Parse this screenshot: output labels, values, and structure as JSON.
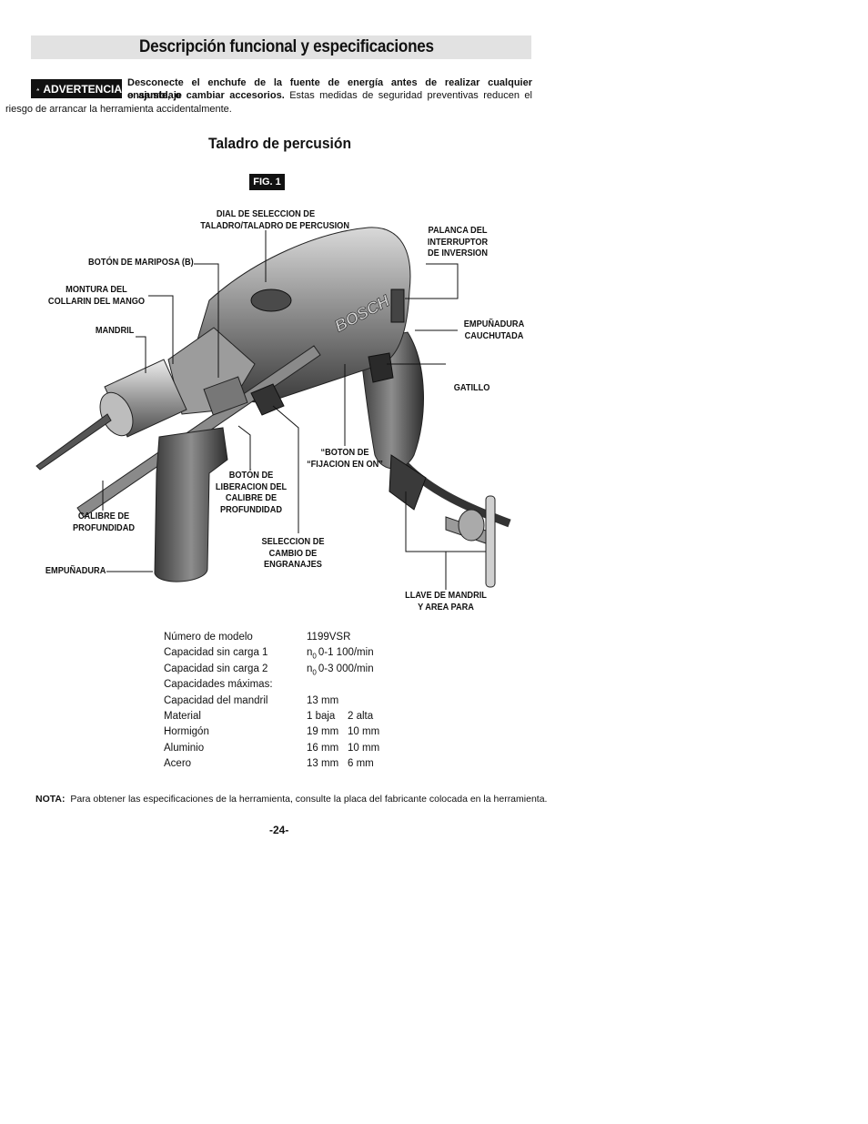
{
  "header": {
    "title": "Descripción funcional y especificaciones"
  },
  "warning": {
    "badge": "ADVERTENCIA",
    "bold_line1": "Desconecte el enchufe de la fuente de energía antes de realizar cualquier ensamblaje",
    "bold_line2": "o ajuste, o cambiar accesorios.",
    "normal_line2": "Estas medidas de seguridad preventivas reducen el",
    "line3": "riesgo de arrancar la herramienta accidentalmente."
  },
  "section": {
    "subtitle": "Taladro de percusión",
    "figure_label": "FIG. 1"
  },
  "callouts": {
    "dial_1": "DIAL DE SELECCION DE",
    "dial_2": "TALADRO/TALADRO DE PERCUSION",
    "mariposa": "BOTÓN DE MARIPOSA (B)",
    "montura_1": "MONTURA DEL",
    "montura_2": "COLLARIN DEL MANGO",
    "mandril": "MANDRIL",
    "palanca_1": "PALANCA DEL",
    "palanca_2": "INTERRUPTOR",
    "palanca_3": "DE INVERSION",
    "empunadura_c_1": "EMPUÑADURA",
    "empunadura_c_2": "CAUCHUTADA",
    "gatillo": "GATILLO",
    "boton_fij_1": "“BOTON DE",
    "boton_fij_2": "“FIJACION EN ON”",
    "boton_lib_1": "BOTÓN DE",
    "boton_lib_2": "LIBERACION DEL",
    "boton_lib_3": "CALIBRE DE",
    "boton_lib_4": "PROFUNDIDAD",
    "calibre_1": "CALIBRE DE",
    "calibre_2": "PROFUNDIDAD",
    "seleccion_1": "SELECCION DE",
    "seleccion_2": "CAMBIO DE",
    "seleccion_3": "ENGRANAJES",
    "empunadura": "EMPUÑADURA",
    "llave_1": "LLAVE DE MANDRIL",
    "llave_2": "Y AREA PARA"
  },
  "specs": [
    {
      "label": "Número de modelo",
      "v1": "1199VSR",
      "v2": ""
    },
    {
      "label": "Capacidad sin carga 1",
      "v1": "0-1 100/min",
      "v2": "",
      "prefix": "n",
      "sub": "0"
    },
    {
      "label": "Capacidad sin carga 2",
      "v1": "0-3 000/min",
      "v2": "",
      "prefix": "n",
      "sub": "0"
    },
    {
      "label": "Capacidades máximas:",
      "v1": "",
      "v2": ""
    },
    {
      "label": "Capacidad del mandril",
      "v1": "13 mm",
      "v2": ""
    },
    {
      "label": "Material",
      "v1": "1 baja",
      "v2": "2 alta"
    },
    {
      "label": "Hormigón",
      "v1": "19 mm",
      "v2": "10 mm"
    },
    {
      "label": "Aluminio",
      "v1": "16 mm",
      "v2": "10 mm"
    },
    {
      "label": "Acero",
      "v1": "13 mm",
      "v2": "6 mm"
    }
  ],
  "note": {
    "label": "NOTA:",
    "text": "Para obtener las especificaciones de la herramienta, consulte la placa del fabricante colocada en la herramienta."
  },
  "page_number": "-24-",
  "drill_brand": "BOSCH",
  "colors": {
    "title_bar": "#e2e2e2",
    "badge": "#111111"
  }
}
